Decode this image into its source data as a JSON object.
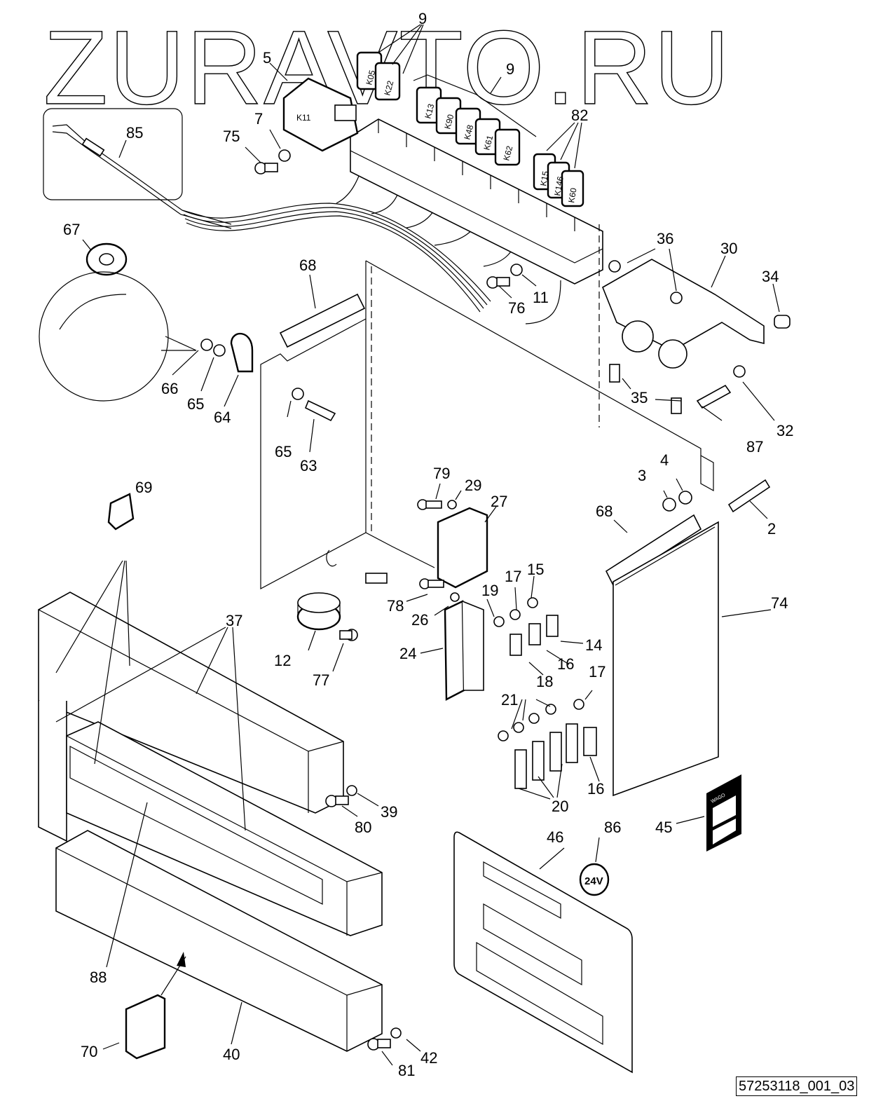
{
  "watermark": "ZURAVTO.RU",
  "reference_code": "57253118_001_03",
  "voltage_badge": "24V",
  "wago_label": "WAGO",
  "relays": {
    "group_9_upper": [
      "K05",
      "K22"
    ],
    "k11_label": "K11",
    "group_9_row": [
      "K13",
      "K90",
      "K48",
      "K61",
      "K62"
    ],
    "group_82": [
      "K15",
      "K146",
      "K60"
    ]
  },
  "callouts": {
    "c2": "2",
    "c3": "3",
    "c4": "4",
    "c5": "5",
    "c7": "7",
    "c9a": "9",
    "c9b": "9",
    "c11": "11",
    "c12": "12",
    "c14": "14",
    "c15": "15",
    "c16a": "16",
    "c16b": "16",
    "c17a": "17",
    "c17b": "17",
    "c18": "18",
    "c19": "19",
    "c20": "20",
    "c21": "21",
    "c24": "24",
    "c26": "26",
    "c27": "27",
    "c29": "29",
    "c30": "30",
    "c32": "32",
    "c34": "34",
    "c35": "35",
    "c36": "36",
    "c37": "37",
    "c39": "39",
    "c40": "40",
    "c42": "42",
    "c45": "45",
    "c46": "46",
    "c63": "63",
    "c64": "64",
    "c65a": "65",
    "c65b": "65",
    "c66": "66",
    "c67": "67",
    "c68a": "68",
    "c68b": "68",
    "c69": "69",
    "c70": "70",
    "c74": "74",
    "c75": "75",
    "c76": "76",
    "c77": "77",
    "c78": "78",
    "c79": "79",
    "c80": "80",
    "c81": "81",
    "c82": "82",
    "c85": "85",
    "c86": "86",
    "c87": "87",
    "c88": "88"
  }
}
